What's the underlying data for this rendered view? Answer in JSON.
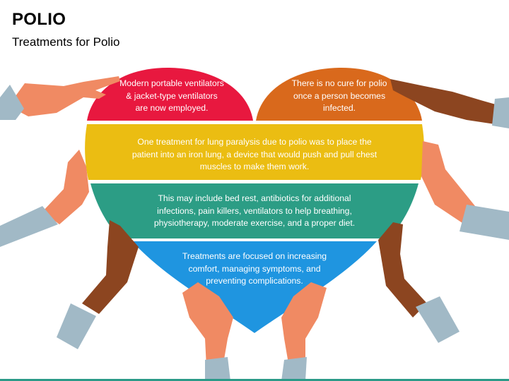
{
  "header": {
    "title": "POLIO",
    "subtitle": "Treatments for Polio"
  },
  "colors": {
    "red": "#e8183f",
    "orange": "#d9691c",
    "yellow": "#ebbd12",
    "teal": "#2c9d85",
    "blue": "#1f95e0",
    "skin_light": "#f08a63",
    "skin_dark": "#8c4520",
    "sleeve": "#a1b9c6",
    "bottom_line": "#2b9a88"
  },
  "segments": {
    "red": "Modern portable ventilators & jacket-type ventilators are now employed.",
    "orange": "There is no cure for polio once a person becomes infected.",
    "yellow": "One treatment for lung paralysis due to polio was to place the patient into an iron lung, a device that would push and pull chest muscles to make them work.",
    "teal": "This may include bed rest, antibiotics for additional infections, pain killers, ventilators to help breathing, physiotherapy, moderate exercise, and a proper diet.",
    "blue": "Treatments are focused on increasing comfort, managing symptoms, and preventing complications."
  }
}
